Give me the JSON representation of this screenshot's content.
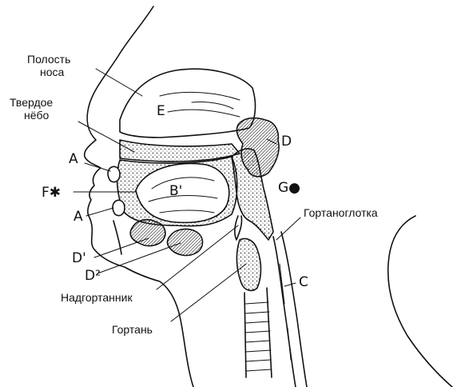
{
  "labels": {
    "nasal_cavity_line1": "Полость",
    "nasal_cavity_line2": "носа",
    "hard_palate_line1": "Твердое",
    "hard_palate_line2": "нёбо",
    "laryngopharynx": "Гортаноглотка",
    "epiglottis": "Надгортанник",
    "larynx": "Гортань"
  },
  "letters": {
    "A_upper": "A",
    "A_lower": "A",
    "F": "F✱",
    "B": "B'",
    "D": "D",
    "D1": "D'",
    "D2": "D²",
    "E": "E",
    "G": "G●",
    "C": "C"
  },
  "colors": {
    "ink": "#111111",
    "background": "#ffffff"
  }
}
